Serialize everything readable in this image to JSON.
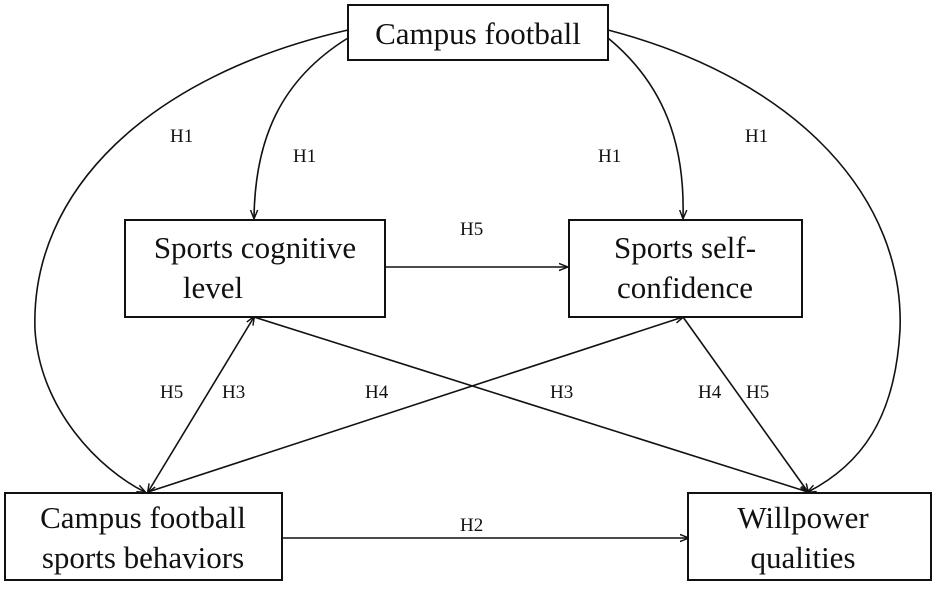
{
  "nodes": {
    "campus_football": {
      "label": "Campus football"
    },
    "cognitive": {
      "line1": "Sports cognitive",
      "line2": "level"
    },
    "confidence": {
      "line1": "Sports self-",
      "line2": "confidence"
    },
    "behaviors": {
      "line1": "Campus football",
      "line2": "sports behaviors"
    },
    "willpower": {
      "line1": "Willpower",
      "line2": "qualities"
    }
  },
  "edges": [
    {
      "from": "Campus football",
      "to": "Campus football sports behaviors",
      "label": "H1"
    },
    {
      "from": "Campus football",
      "to": "Sports cognitive level",
      "label": "H1"
    },
    {
      "from": "Campus football",
      "to": "Sports self-confidence",
      "label": "H1"
    },
    {
      "from": "Campus football",
      "to": "Willpower qualities",
      "label": "H1"
    },
    {
      "from": "Sports cognitive level",
      "to": "Sports self-confidence",
      "label": "H5"
    },
    {
      "from": "Campus football sports behaviors",
      "to": "Sports cognitive level",
      "label": "H5"
    },
    {
      "from": "Campus football sports behaviors",
      "to": "Sports cognitive level",
      "label": "H3"
    },
    {
      "from": "Campus football sports behaviors",
      "to": "Sports self-confidence",
      "label": "H4"
    },
    {
      "from": "Sports cognitive level",
      "to": "Willpower qualities",
      "label": "H3"
    },
    {
      "from": "Sports self-confidence",
      "to": "Willpower qualities",
      "label": "H4"
    },
    {
      "from": "Sports self-confidence",
      "to": "Willpower qualities",
      "label": "H5"
    },
    {
      "from": "Campus football sports behaviors",
      "to": "Willpower qualities",
      "label": "H2"
    }
  ]
}
